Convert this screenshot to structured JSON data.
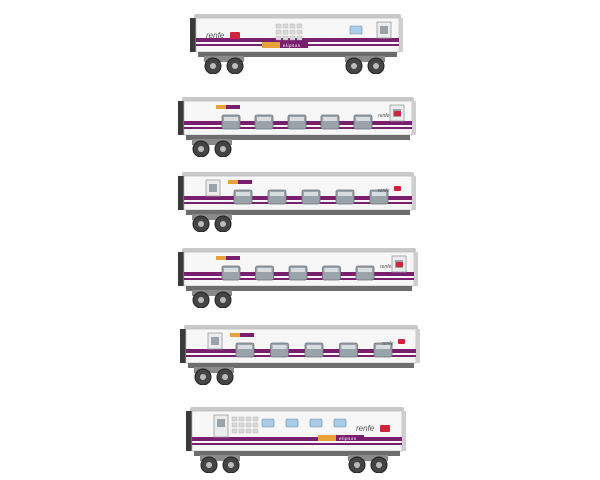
{
  "colors": {
    "background": "#ffffff",
    "body": "#f7f7f7",
    "roof": "#c9c9c9",
    "purple": "#7a1f6e",
    "orange": "#e8a23a",
    "brand_red": "#d2233c",
    "dark": "#3a3a3a",
    "glass": "#9aa3aa",
    "blue_window": "#a9cde8"
  },
  "brand": {
    "logo_text": "renfe",
    "badge_text": "elipsos",
    "badge_icon": "elipsos-logo-icon"
  },
  "cars": [
    {
      "id": "car-1",
      "type": "service-car",
      "windows": 0,
      "door": "right",
      "blue_windows": 1,
      "logo": "large"
    },
    {
      "id": "car-2",
      "type": "passenger-coach",
      "windows": 5,
      "door": "right",
      "blue_windows": 0,
      "logo": "small"
    },
    {
      "id": "car-3",
      "type": "passenger-coach",
      "windows": 5,
      "door": "left",
      "blue_windows": 0,
      "logo": "small"
    },
    {
      "id": "car-4",
      "type": "passenger-coach",
      "windows": 5,
      "door": "right",
      "blue_windows": 0,
      "logo": "small"
    },
    {
      "id": "car-5",
      "type": "passenger-coach",
      "windows": 5,
      "door": "left",
      "blue_windows": 0,
      "logo": "small"
    },
    {
      "id": "car-6",
      "type": "service-car",
      "windows": 0,
      "door": "left",
      "blue_windows": 4,
      "logo": "large"
    }
  ]
}
